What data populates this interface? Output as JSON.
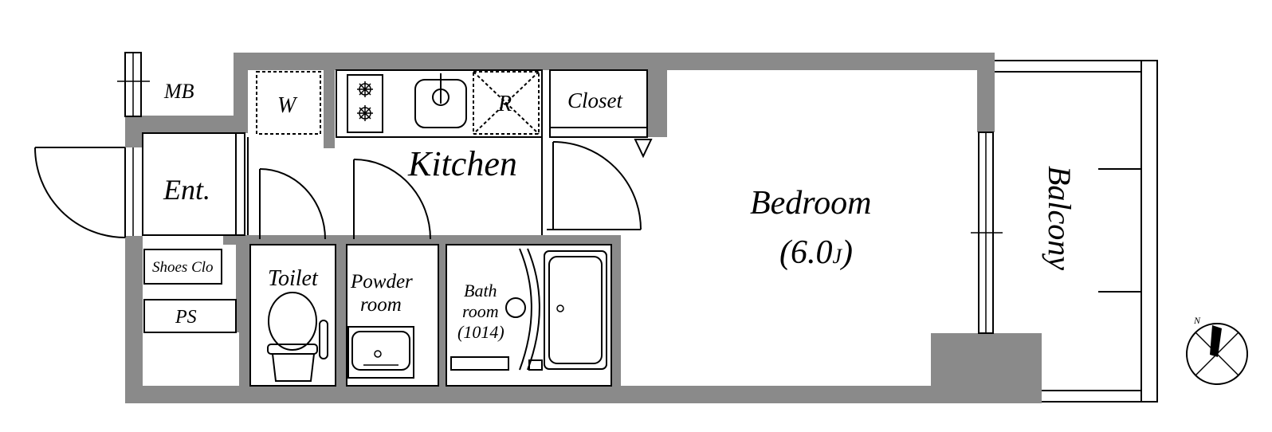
{
  "labels": {
    "mb": "MB",
    "washer": "W",
    "refrigerator": "R",
    "closet": "Closet",
    "kitchen": "Kitchen",
    "entrance": "Ent.",
    "shoes_closet": "Shoes Clo",
    "ps": "PS",
    "toilet": "Toilet",
    "powder_line1": "Powder",
    "powder_line2": "room",
    "bath_line1": "Bath",
    "bath_line2": "room",
    "bath_line3": "(1014)",
    "bedroom": "Bedroom",
    "bedroom_size": "(6.0",
    "bedroom_unit": "J",
    "bedroom_close": ")",
    "balcony": "Balcony",
    "compass": "N"
  },
  "colors": {
    "wall": "#8a8a8a",
    "line": "#000000",
    "background": "#ffffff"
  },
  "icons": [
    "stove-icon",
    "sink-icon",
    "toilet-icon",
    "bathtub-icon",
    "compass-icon"
  ]
}
